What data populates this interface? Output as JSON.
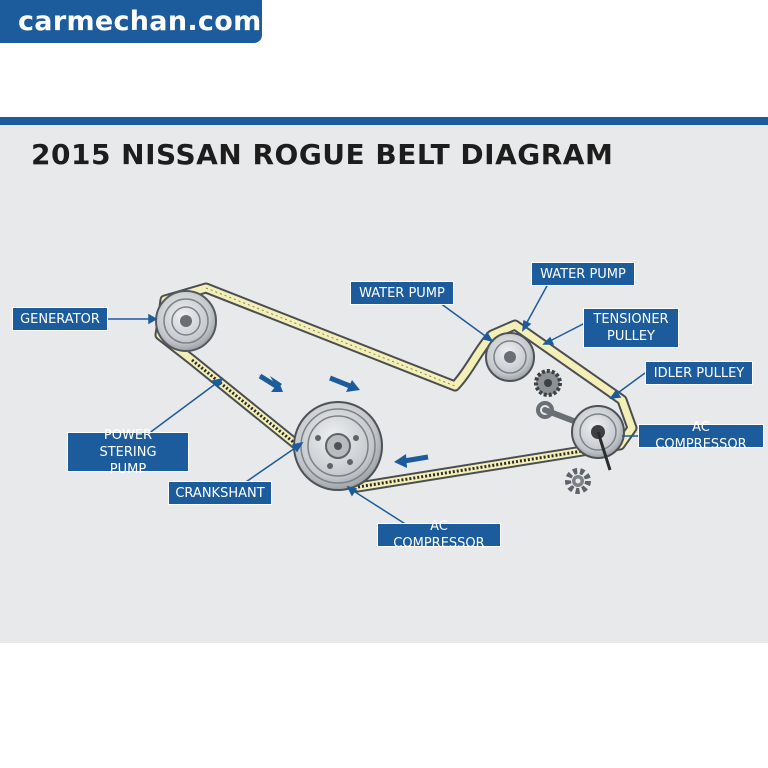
{
  "brand": {
    "text": "carmechan.com"
  },
  "title": "2015 NISSAN ROGUE BELT DIAGRAM",
  "colors": {
    "accent": "#1c5c9c",
    "panel": "#e8e9ea",
    "belt": "#f3efb6",
    "belt_edge": "#8a8466",
    "pulley": "#c8cbcf"
  },
  "labels": {
    "generator": "GENERATOR",
    "water_pump_left": "WATER PUMP",
    "water_pump_right": "WATER PUMP",
    "tensioner_pulley": "TENSIONER\nPULLEY",
    "idler_pulley": "IDLER PULLEY",
    "ac_compressor_right": "AC COMPRESSOR",
    "power_steering_pump": "POWER STERING\nPUMP",
    "crankshaft": "CRANKSHANT",
    "ac_compressor_bottom": "AC COMPRESSOR"
  },
  "icons": [
    "direction-arrow-icon",
    "wrench-icon",
    "gear-icon"
  ]
}
